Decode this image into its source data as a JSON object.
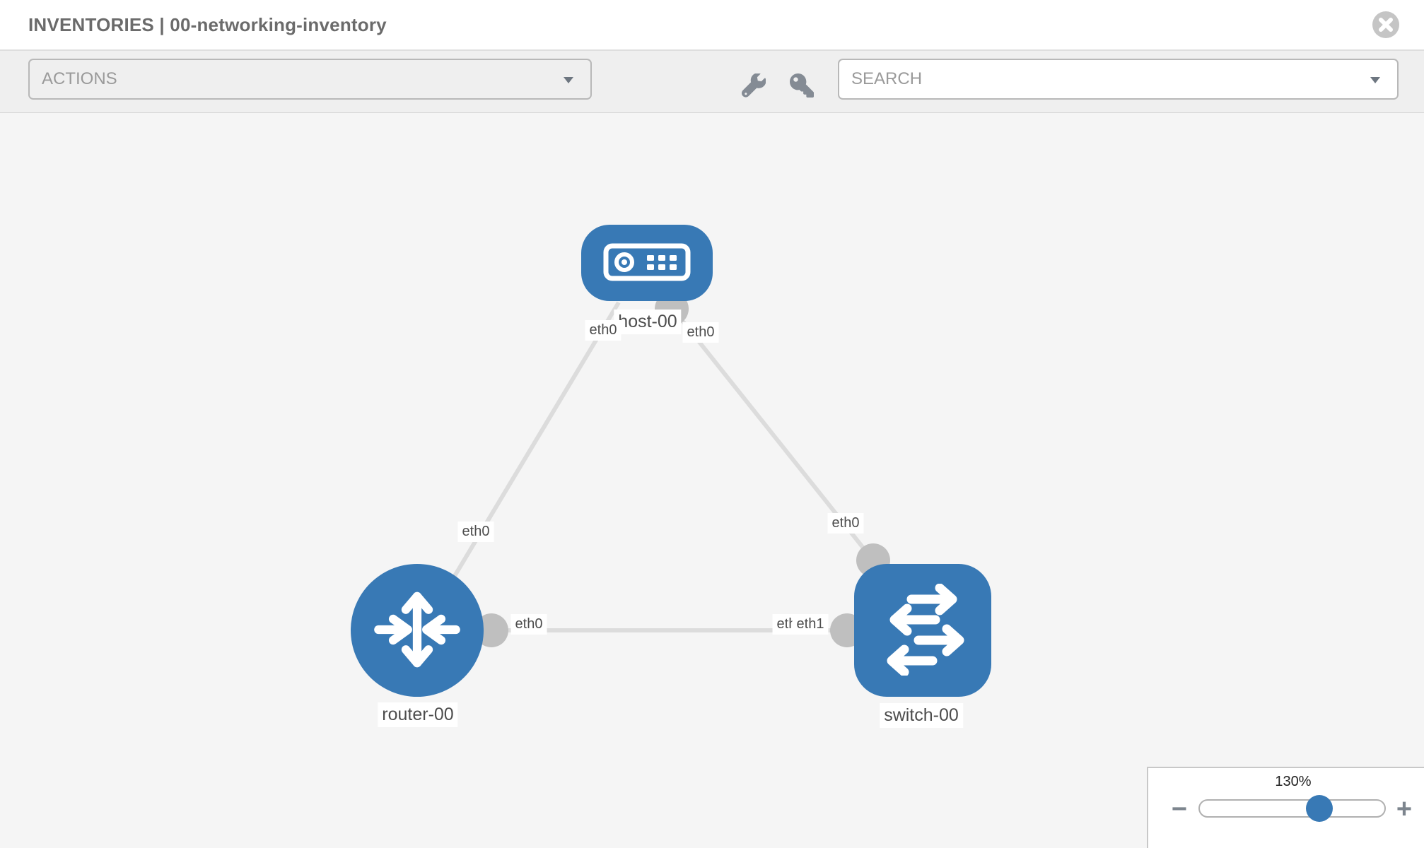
{
  "header": {
    "title": "INVENTORIES | 00-networking-inventory"
  },
  "toolbar": {
    "actions_label": "ACTIONS",
    "search_placeholder": "SEARCH",
    "icon_buttons": [
      "wrench-icon",
      "key-icon"
    ]
  },
  "topology": {
    "nodes": [
      {
        "label": "host-00",
        "type": "host"
      },
      {
        "label": "router-00",
        "type": "router"
      },
      {
        "label": "switch-00",
        "type": "switch"
      }
    ],
    "links": [
      {
        "from": "host-00",
        "from_if": "eth0",
        "to": "router-00",
        "to_if": "eth0"
      },
      {
        "from": "host-00",
        "from_if": "eth0",
        "to": "switch-00",
        "to_if": "eth0"
      },
      {
        "from": "router-00",
        "from_if": "eth0",
        "to": "switch-00",
        "to_if": "eth1"
      }
    ],
    "labels": {
      "host": "host-00",
      "router": "router-00",
      "switch": "switch-00"
    },
    "if_labels": {
      "host_left": "eth0",
      "host_right": "eth0",
      "router_link": "eth0",
      "switch_link": "eth0",
      "mid_router": "eth0",
      "mid_switch_back": "eth0",
      "mid_switch_front": "eth1"
    }
  },
  "zoom_control": {
    "level": "130%",
    "minus_label": "−",
    "plus_label": "+"
  },
  "colors": {
    "node_blue": "#3879b5",
    "line_gray": "#dcdcdc",
    "port_gray": "#bfbfbf",
    "toolbar_bg": "#efefef",
    "canvas_bg": "#f5f5f5"
  }
}
